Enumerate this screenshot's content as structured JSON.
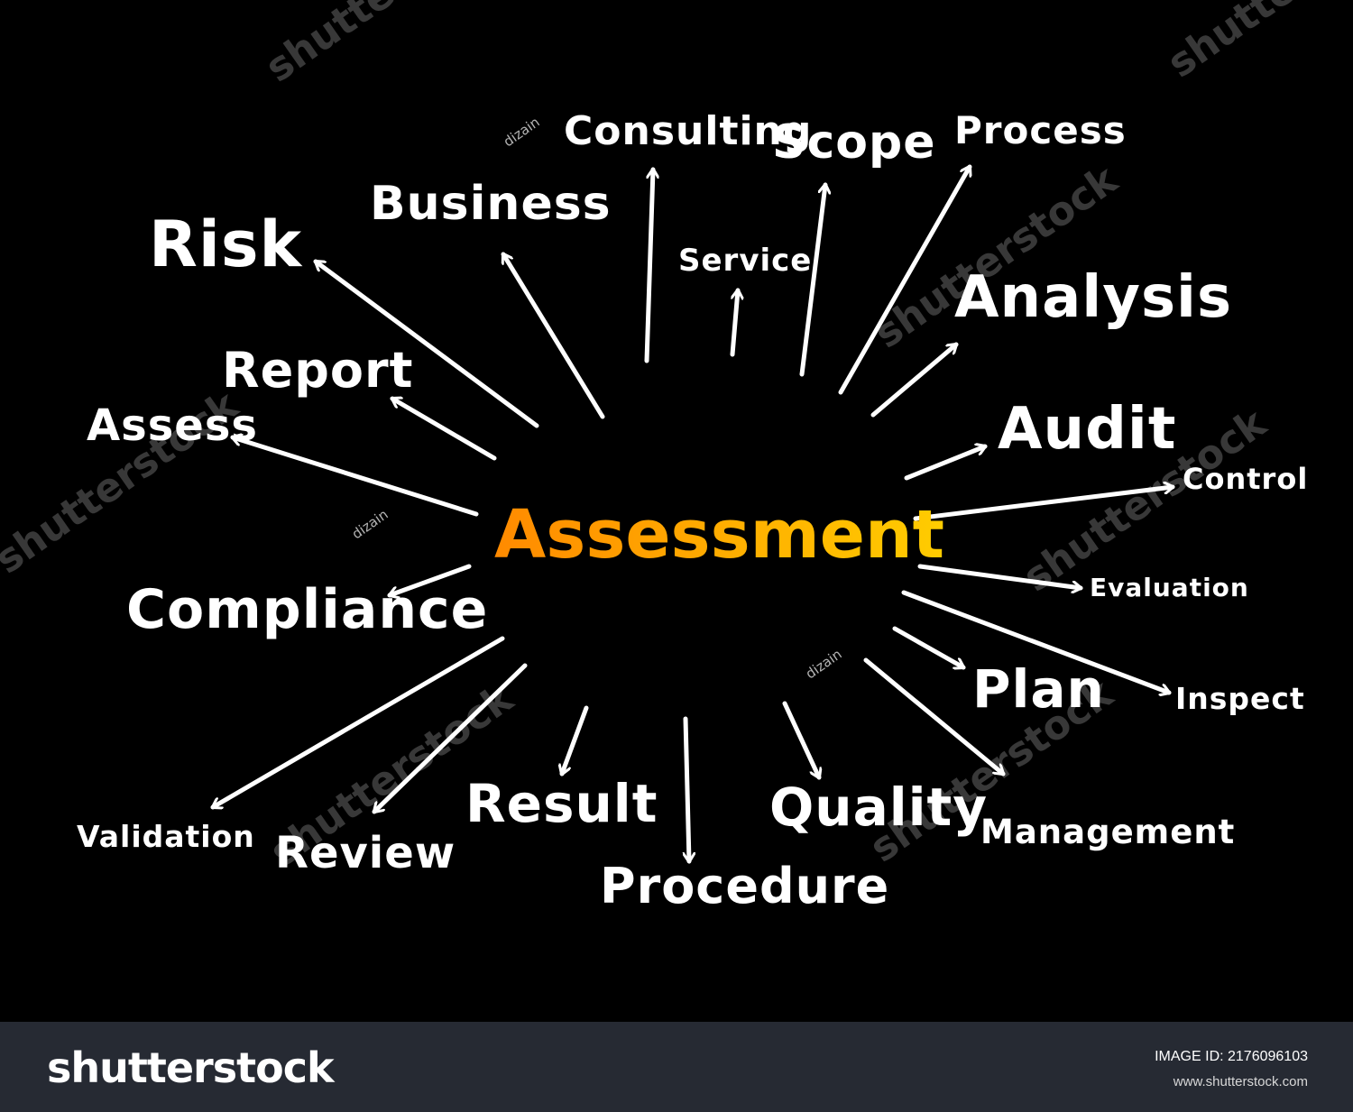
{
  "diagram": {
    "center": "Assessment",
    "terms": [
      "Risk",
      "Business",
      "Consulting",
      "Scope",
      "Process",
      "Service",
      "Analysis",
      "Report",
      "Assess",
      "Audit",
      "Control",
      "Compliance",
      "Evaluation",
      "Plan",
      "Inspect",
      "Validation",
      "Review",
      "Result",
      "Quality",
      "Management",
      "Procedure"
    ]
  },
  "credits": {
    "author_mark": "dizain",
    "watermark": "shutterstock"
  },
  "footer": {
    "logo": "shutterstock",
    "image_id": "IMAGE ID: 2176096103",
    "url": "www.shutterstock.com"
  },
  "colors": {
    "background": "#000000",
    "text": "#ffffff",
    "center_gradient_start": "#ff8a00",
    "center_gradient_end": "#ffcc00",
    "footer_bg": "#262a33"
  }
}
